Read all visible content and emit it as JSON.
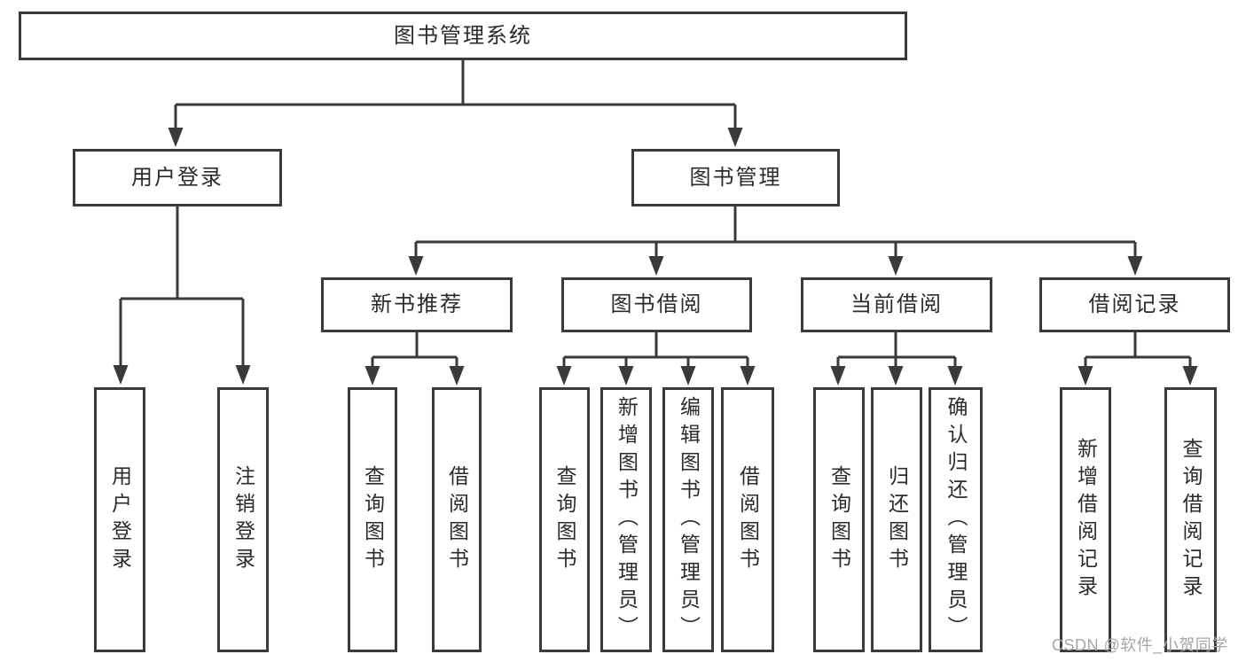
{
  "diagram": {
    "title": "图书管理系统",
    "branches": [
      {
        "label": "用户登录",
        "children": [
          {
            "label": "用户登录"
          },
          {
            "label": "注销登录"
          }
        ]
      },
      {
        "label": "图书管理",
        "children": [
          {
            "label": "新书推荐",
            "children": [
              {
                "label": "查询图书"
              },
              {
                "label": "借阅图书"
              }
            ]
          },
          {
            "label": "图书借阅",
            "children": [
              {
                "label": "查询图书"
              },
              {
                "label": "新增图书（管理员）"
              },
              {
                "label": "编辑图书（管理员）"
              },
              {
                "label": "借阅图书"
              }
            ]
          },
          {
            "label": "当前借阅",
            "children": [
              {
                "label": "查询图书"
              },
              {
                "label": "归还图书"
              },
              {
                "label": "确认归还（管理员）"
              }
            ]
          },
          {
            "label": "借阅记录",
            "children": [
              {
                "label": "新增借阅记录"
              },
              {
                "label": "查询借阅记录"
              }
            ]
          }
        ]
      }
    ],
    "watermark": {
      "text": "CSDN @软件_小贺同学",
      "color": "#a6a6a6"
    },
    "colors": {
      "background": "#ffffff",
      "line": "#3a3a3a",
      "box_background": "#ffffff",
      "text": "#2b2b2b"
    }
  }
}
